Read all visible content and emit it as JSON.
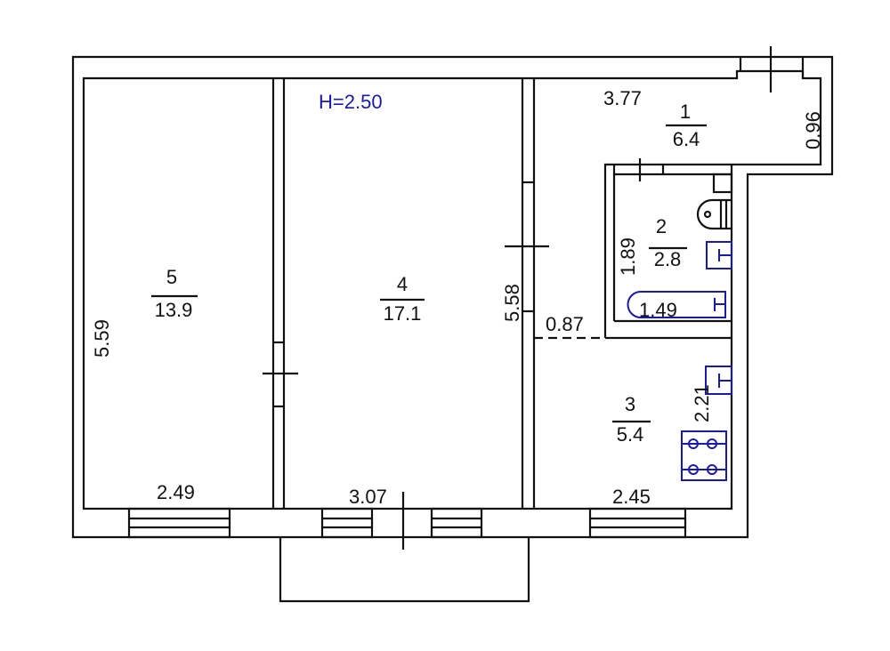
{
  "height_label": "H=2.50",
  "rooms": [
    {
      "number": "1",
      "area": "6.4"
    },
    {
      "number": "2",
      "area": "2.8"
    },
    {
      "number": "3",
      "area": "5.4"
    },
    {
      "number": "4",
      "area": "17.1"
    },
    {
      "number": "5",
      "area": "13.9"
    }
  ],
  "dimensions": {
    "corridor_length": "3.77",
    "corridor_width": "0.96",
    "bath_height": "1.89",
    "bath_width": "1.49",
    "kitchen_passage": "0.87",
    "kitchen_height": "2.21",
    "room4_height": "5.58",
    "room5_height": "5.59",
    "room5_width": "2.49",
    "room4_width": "3.07",
    "kitchen_width": "2.45"
  }
}
